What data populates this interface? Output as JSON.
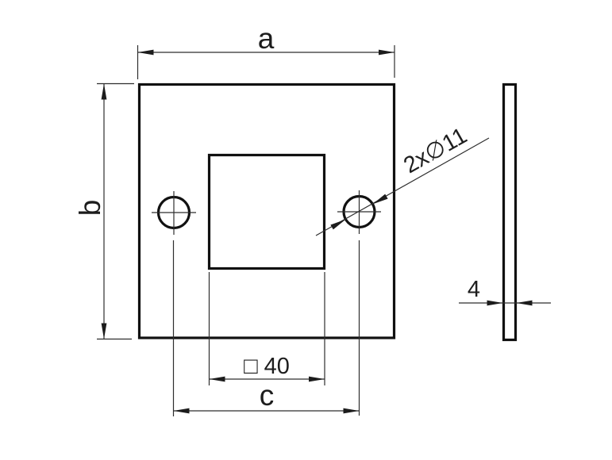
{
  "drawing": {
    "colors": {
      "line": "#111111",
      "thin_line": "#2e2e2e",
      "background": "#ffffff"
    },
    "labels": {
      "dim_a": "a",
      "dim_b": "b",
      "dim_c": "c",
      "square_hole": "□ 40",
      "holes_callout": "2x∅11",
      "thickness": "4"
    }
  }
}
